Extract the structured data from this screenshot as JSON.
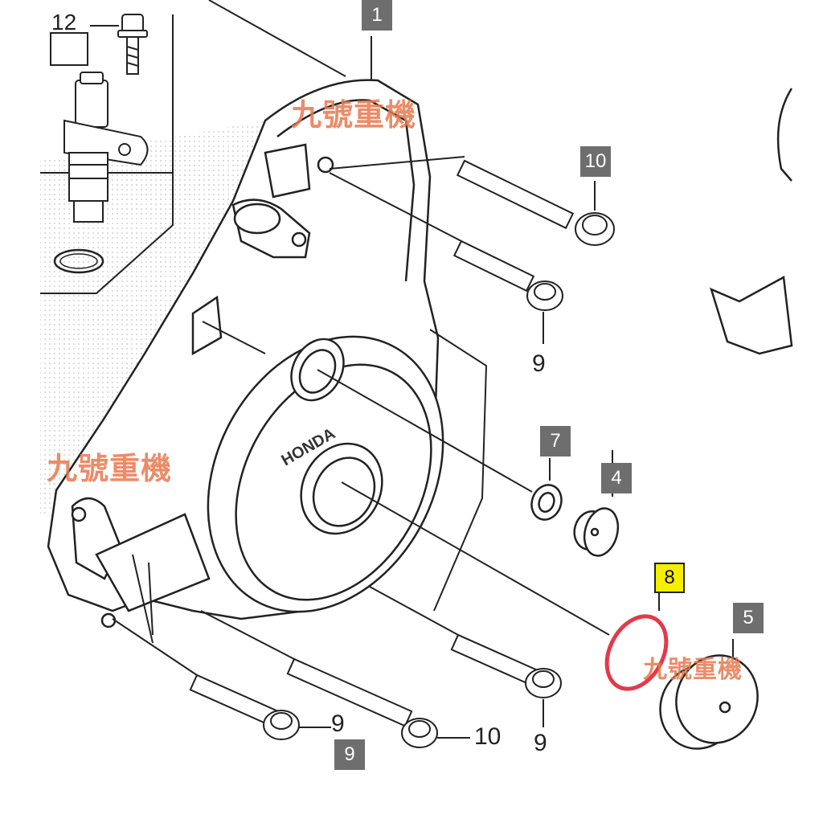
{
  "watermark_text": "九號重機",
  "colors": {
    "callout_gray": "#6e6e6e",
    "highlight": "#f5ee00",
    "oring": "#e23a4a",
    "watermark": "#e8794f",
    "line": "#222222"
  },
  "callouts": {
    "c12": "12",
    "c1": "1",
    "c10_top": "10",
    "c9_mid": "9",
    "c7": "7",
    "c4": "4",
    "c8": "8",
    "c5": "5",
    "c9_bottom_left": "9",
    "c9_box": "9",
    "c10_bottom": "10",
    "c9_bottom_right": "9"
  }
}
